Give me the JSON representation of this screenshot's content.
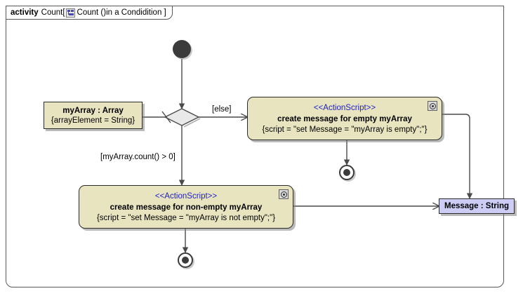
{
  "frame": {
    "kind": "activity",
    "name": "Count[",
    "icon": "activity-diagram-icon",
    "qualifier": "Count ()in a Condidition ]"
  },
  "nodes": {
    "initial": {
      "name": "initial-node"
    },
    "decision": {
      "name": "decision-node"
    },
    "object_array": {
      "title": "myArray : Array",
      "attribute": "{arrayElement = String}"
    },
    "object_message": {
      "title": "Message : String"
    },
    "action_empty": {
      "stereotype": "<<ActionScript>>",
      "title": "create message for empty myArray",
      "script": "{script = \"set Message = \"myArray is empty\";\"}",
      "badge": "action-script-icon"
    },
    "action_nonempty": {
      "stereotype": "<<ActionScript>>",
      "title": "create message for non-empty myArray",
      "script": "{script = \"set Message = \"myArray is not empty\";\"}",
      "badge": "action-script-icon"
    },
    "final_empty": {
      "name": "activity-final-node"
    },
    "final_nonempty": {
      "name": "activity-final-node"
    }
  },
  "guards": {
    "else": "[else]",
    "count": "[myArray.count() > 0]"
  },
  "colors": {
    "action_fill": "#e8e4bf",
    "object_message_fill": "#ccccf5",
    "stereotype_text": "#2020c8",
    "line": "#4a4a4a",
    "frame_border": "#585858",
    "node_fill_dark": "#3b3b3b"
  }
}
